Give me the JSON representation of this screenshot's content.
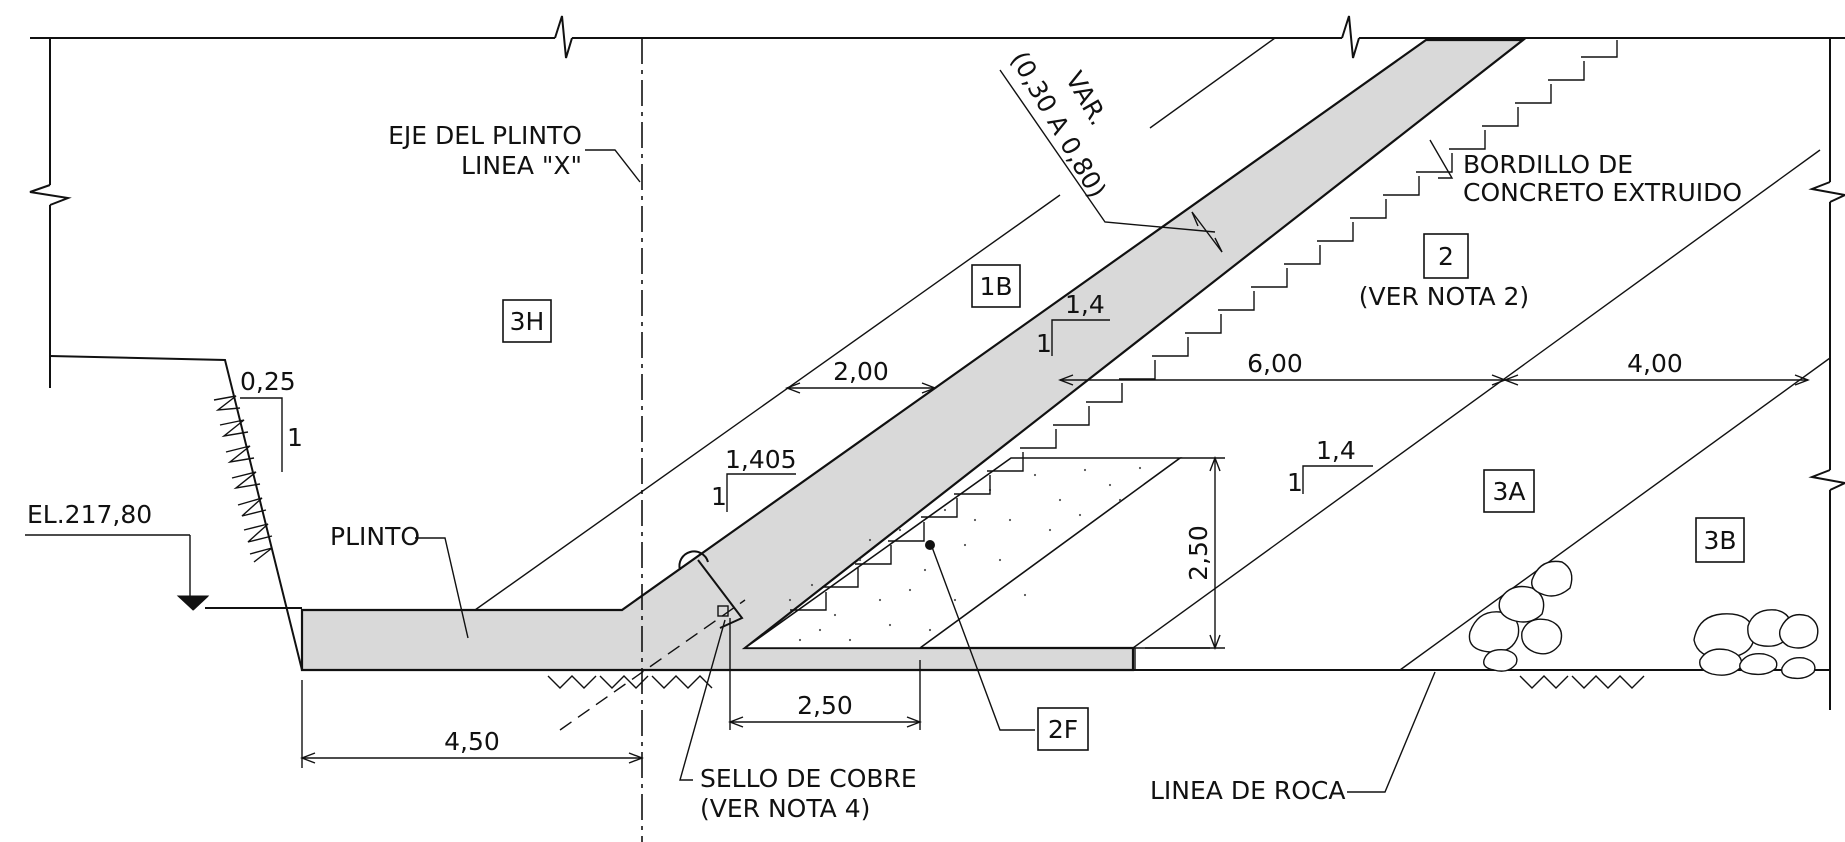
{
  "labels": {
    "eje_line1": "EJE DEL PLINTO",
    "eje_line2": "LINEA \"X\"",
    "var_line1": "VAR.",
    "var_line2": "(0,30 A 0,80)",
    "bordillo_line1": "BORDILLO DE",
    "bordillo_line2": "CONCRETO EXTRUIDO",
    "ver_nota_2": "(VER NOTA 2)",
    "plinto": "PLINTO",
    "elevation": "EL.217,80",
    "sello_line1": "SELLO DE COBRE",
    "sello_line2": "(VER NOTA 4)",
    "linea_roca": "LINEA DE ROCA"
  },
  "zones": {
    "z3H": "3H",
    "z1B": "1B",
    "z2": "2",
    "z3A": "3A",
    "z3B": "3B",
    "z2F": "2F"
  },
  "dimensions": {
    "d200": "2,00",
    "d600": "6,00",
    "d400": "4,00",
    "d450": "4,50",
    "d250_bottom": "2,50",
    "d250_vertical": "2,50"
  },
  "slopes": {
    "s025_h": "0,25",
    "s025_v": "1",
    "s14_upper_h": "1,4",
    "s14_upper_v": "1",
    "s1405_h": "1,405",
    "s1405_v": "1",
    "s14_right_h": "1,4",
    "s14_right_v": "1"
  }
}
